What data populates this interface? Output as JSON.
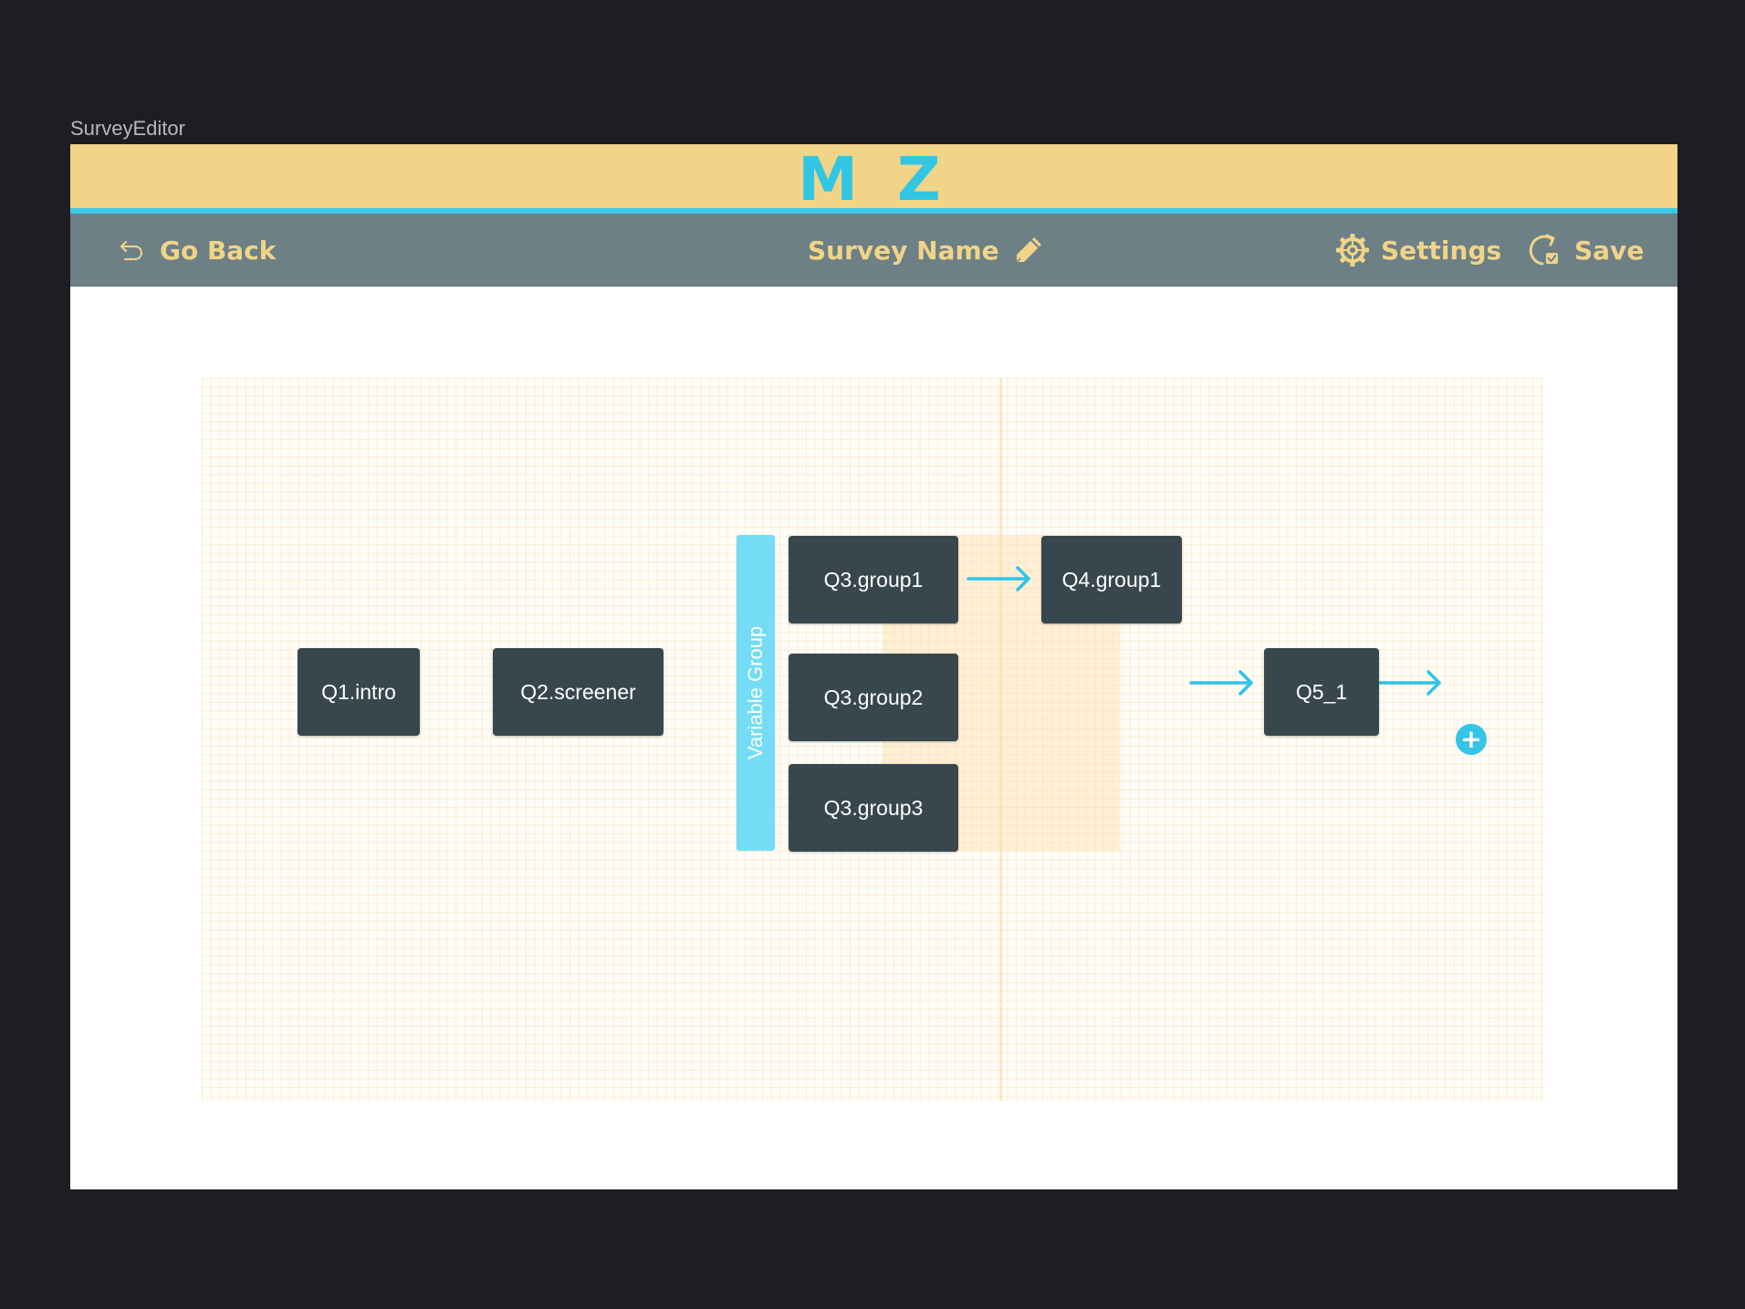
{
  "window": {
    "caption": "SurveyEditor"
  },
  "brand": {
    "logo_text": "M Z",
    "bar_color": "#f1d488",
    "accent_color": "#33c6e4"
  },
  "toolbar": {
    "go_back_label": "Go Back",
    "survey_name": "Survey Name",
    "settings_label": "Settings",
    "save_label": "Save",
    "background_color": "#6c8086",
    "text_color": "#f1d488"
  },
  "flow": {
    "nodes": {
      "q1": "Q1.intro",
      "q2": "Q2.screener",
      "q3_group1": "Q3.group1",
      "q3_group2": "Q3.group2",
      "q3_group3": "Q3.group3",
      "q4_group1": "Q4.group1",
      "q5": "Q5_1"
    },
    "variable_group_label": "Variable Group",
    "add_label": "",
    "node_color": "#38474d",
    "arrow_color": "#2fc3e8"
  }
}
